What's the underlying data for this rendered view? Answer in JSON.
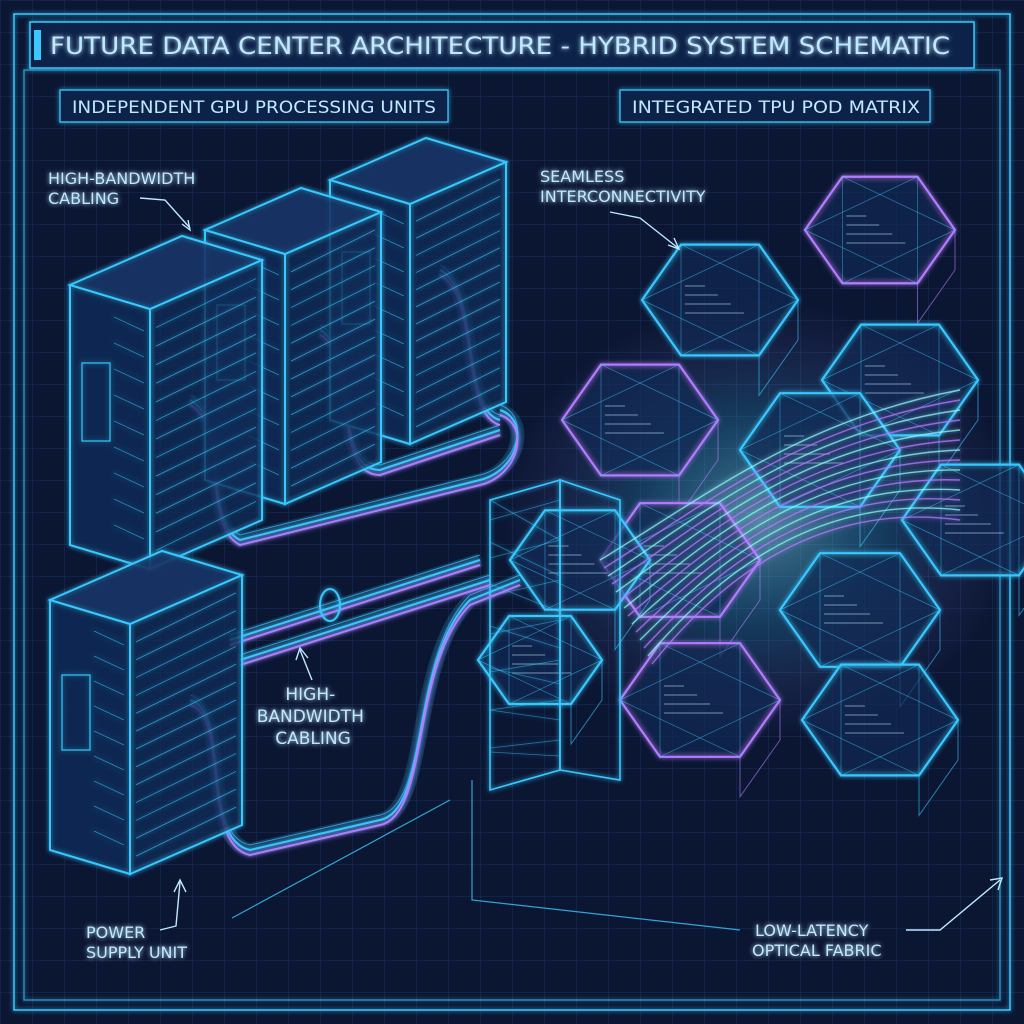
{
  "title": "FUTURE DATA CENTER ARCHITECTURE - HYBRID SYSTEM SCHEMATIC",
  "sections": {
    "left": "INDEPENDENT GPU PROCESSING UNITS",
    "right": "INTEGRATED TPU POD MATRIX"
  },
  "callouts": {
    "cabling_top": [
      "HIGH-BANDWIDTH",
      "CABLING"
    ],
    "cabling_mid": [
      "HIGH-",
      "BANDWIDTH",
      "CABLING"
    ],
    "seamless": [
      "SEAMLESS",
      "INTERCONNECTIVITY"
    ],
    "power": [
      "POWER",
      "SUPPLY UNIT"
    ],
    "optical": [
      "LOW-LATENCY",
      "OPTICAL FABRIC"
    ]
  },
  "colors": {
    "background": "#0b1633",
    "grid": "#1b2f5c",
    "cyan": "#39c8ff",
    "violet": "#b27cff",
    "text": "#bfe9ff"
  }
}
